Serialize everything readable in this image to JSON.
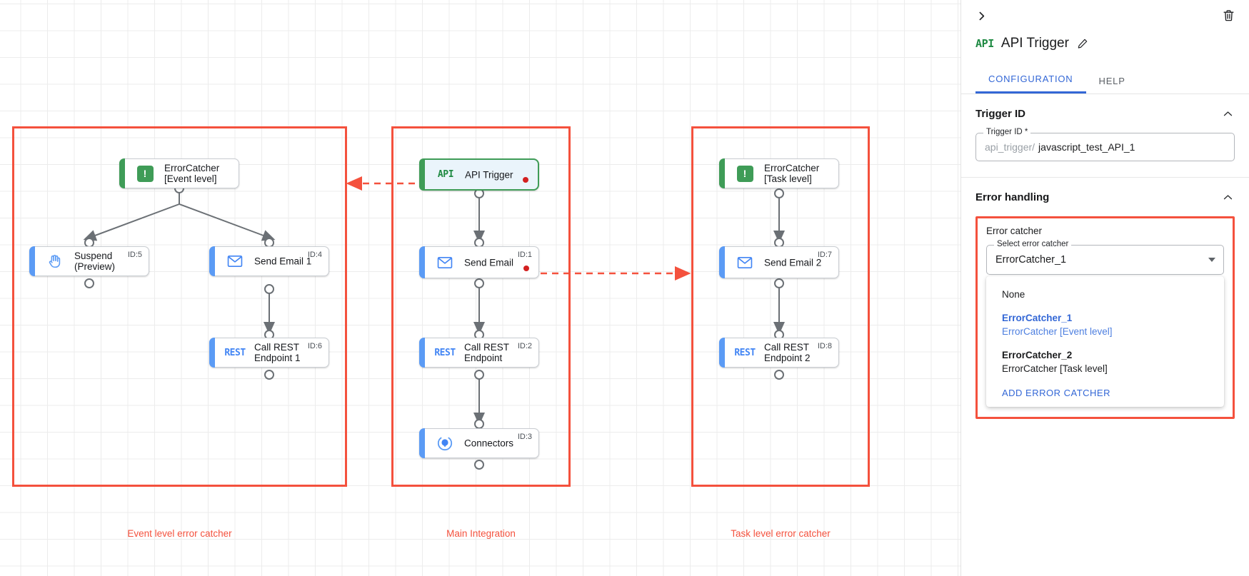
{
  "canvas": {
    "groups": [
      {
        "id": "event-level",
        "label": "Event level error catcher"
      },
      {
        "id": "main-integration",
        "label": "Main Integration"
      },
      {
        "id": "task-level",
        "label": "Task level error catcher"
      }
    ],
    "nodes": [
      {
        "key": "errorcatcher-event",
        "label": "ErrorCatcher\n[Event level]",
        "id_badge": "",
        "icon": "error-catcher-icon",
        "accent": "green",
        "selected": false,
        "error_dot": false
      },
      {
        "key": "suspend",
        "label": "Suspend\n(Preview)",
        "id_badge": "ID:5",
        "icon": "hand-icon",
        "accent": "blue",
        "selected": false,
        "error_dot": false
      },
      {
        "key": "send-email-1",
        "label": "Send Email 1",
        "id_badge": "ID:4",
        "icon": "envelope-icon",
        "accent": "blue",
        "selected": false,
        "error_dot": false
      },
      {
        "key": "call-rest-endpoint-1",
        "label": "Call REST\nEndpoint 1",
        "id_badge": "ID:6",
        "icon": "rest-icon",
        "accent": "blue",
        "selected": false,
        "error_dot": false
      },
      {
        "key": "api-trigger",
        "label": "API Trigger",
        "id_badge": "",
        "icon": "api-icon",
        "accent": "green",
        "selected": true,
        "error_dot": true
      },
      {
        "key": "send-email",
        "label": "Send Email",
        "id_badge": "ID:1",
        "icon": "envelope-icon",
        "accent": "blue",
        "selected": false,
        "error_dot": true
      },
      {
        "key": "call-rest-endpoint",
        "label": "Call REST\nEndpoint",
        "id_badge": "ID:2",
        "icon": "rest-icon",
        "accent": "blue",
        "selected": false,
        "error_dot": false
      },
      {
        "key": "connectors",
        "label": "Connectors",
        "id_badge": "ID:3",
        "icon": "connectors-icon",
        "accent": "blue",
        "selected": false,
        "error_dot": false
      },
      {
        "key": "errorcatcher-task",
        "label": "ErrorCatcher\n[Task level]",
        "id_badge": "",
        "icon": "error-catcher-icon",
        "accent": "green",
        "selected": false,
        "error_dot": false
      },
      {
        "key": "send-email-2",
        "label": "Send Email 2",
        "id_badge": "ID:7",
        "icon": "envelope-icon",
        "accent": "blue",
        "selected": false,
        "error_dot": false
      },
      {
        "key": "call-rest-endpoint-2",
        "label": "Call REST\nEndpoint 2",
        "id_badge": "ID:8",
        "icon": "rest-icon",
        "accent": "blue",
        "selected": false,
        "error_dot": false
      }
    ],
    "node_text": {
      "errorcatcher_event": "ErrorCatcher\n[Event level]",
      "suspend": "Suspend\n(Preview)",
      "send_email_1": "Send Email 1",
      "call_rest_1": "Call REST\nEndpoint 1",
      "api_trigger": "API Trigger",
      "send_email": "Send Email",
      "call_rest": "Call REST\nEndpoint",
      "connectors": "Connectors",
      "errorcatcher_task": "ErrorCatcher\n[Task level]",
      "send_email_2": "Send Email 2",
      "call_rest_2": "Call REST\nEndpoint 2"
    },
    "node_ids": {
      "suspend": "ID:5",
      "send_email_1": "ID:4",
      "call_rest_1": "ID:6",
      "send_email": "ID:1",
      "call_rest": "ID:2",
      "connectors": "ID:3",
      "send_email_2": "ID:7",
      "call_rest_2": "ID:8"
    },
    "icon_text": {
      "api": "API",
      "rest": "REST",
      "errorcatcher": "!"
    }
  },
  "panel": {
    "title": "API Trigger",
    "icon": "api-icon",
    "tabs": [
      {
        "key": "configuration",
        "label": "CONFIGURATION",
        "active": true
      },
      {
        "key": "help",
        "label": "HELP",
        "active": false
      }
    ],
    "tab_configuration": "CONFIGURATION",
    "tab_help": "HELP",
    "sections": {
      "trigger_id": {
        "title": "Trigger ID",
        "field_label": "Trigger ID *",
        "prefix": "api_trigger/",
        "value": "javascript_test_API_1"
      },
      "error_handling": {
        "title": "Error handling",
        "error_catcher_title": "Error catcher",
        "select_label": "Select error catcher",
        "selected_value": "ErrorCatcher_1",
        "options": [
          {
            "primary": "None",
            "secondary": "",
            "selected": false
          },
          {
            "primary": "ErrorCatcher_1",
            "secondary": "ErrorCatcher [Event level]",
            "selected": true
          },
          {
            "primary": "ErrorCatcher_2",
            "secondary": "ErrorCatcher [Task level]",
            "selected": false
          }
        ],
        "option_0_primary": "None",
        "option_1_primary": "ErrorCatcher_1",
        "option_1_secondary": "ErrorCatcher [Event level]",
        "option_2_primary": "ErrorCatcher_2",
        "option_2_secondary": "ErrorCatcher [Task level]",
        "add_action": "ADD ERROR CATCHER"
      }
    }
  },
  "colors": {
    "accent_blue": "#3367d6",
    "node_blue": "#5b9bf5",
    "node_green": "#3f9c57",
    "error_red": "#f4513d",
    "dot_red": "#d32020"
  }
}
